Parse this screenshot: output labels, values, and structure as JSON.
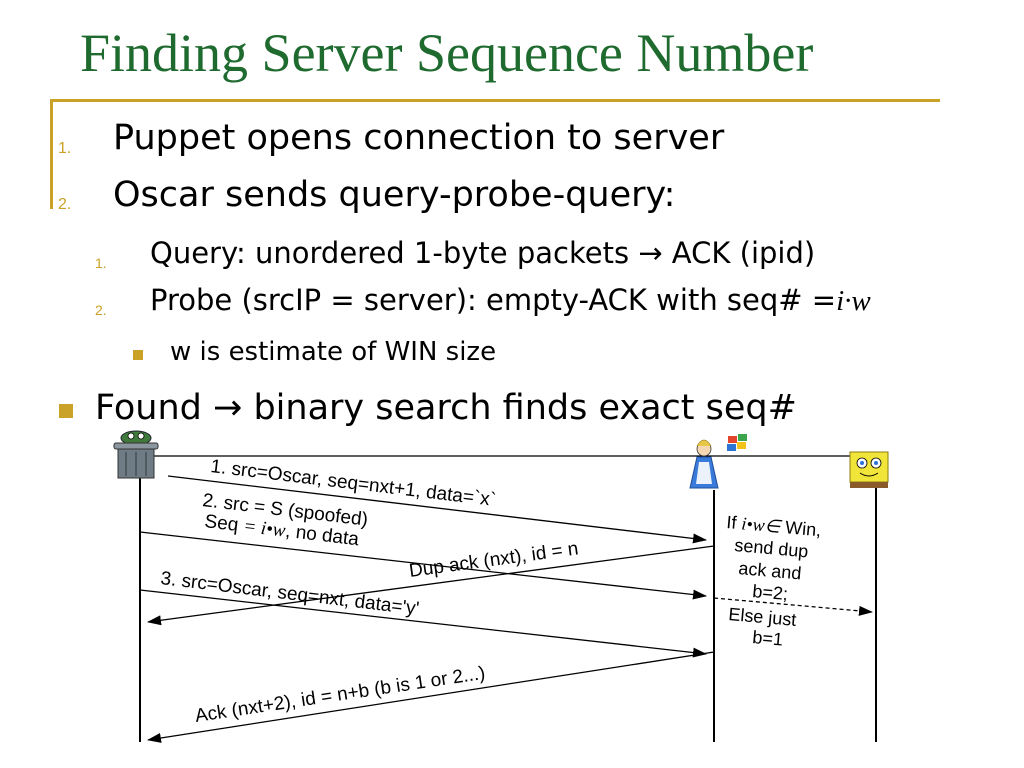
{
  "title": "Finding Server Sequence Number",
  "items": [
    {
      "num": "1.",
      "text": "Puppet opens connection to server"
    },
    {
      "num": "2.",
      "text": "Oscar sends query-probe-query:"
    }
  ],
  "subitems": [
    {
      "num": "1.",
      "text_a": "Query: unordered 1-byte packets ",
      "arrow": "→",
      "text_b": " ACK (ipid)"
    },
    {
      "num": "2.",
      "text": "Probe (srcIP = server): empty-ACK with seq# =",
      "math": "i·w"
    }
  ],
  "subsub": {
    "text": "w is estimate of WIN size"
  },
  "found": {
    "text_a": "Found ",
    "arrow": "→",
    "text_b": " binary search finds exact seq#"
  },
  "diagram": {
    "msg1": "1. src=Oscar, seq=nxt+1, data=`x`",
    "msg2a": "2. src = S (spoofed)",
    "msg2b_a": "Seq ",
    "msg2b_math": "= i•w",
    "msg2b_c": ", no data",
    "dup": "Dup ack (nxt), id = n",
    "msg3": "3. src=Oscar, seq=nxt, data='y'",
    "ack": "Ack (nxt+2), id = n+b (b is 1 or 2...)",
    "note_if": "If ",
    "note_math": "i•w∈",
    "note_win": " Win,",
    "note_lines": [
      "send dup",
      "ack and",
      "b=2;",
      "Else just",
      "b=1"
    ]
  }
}
